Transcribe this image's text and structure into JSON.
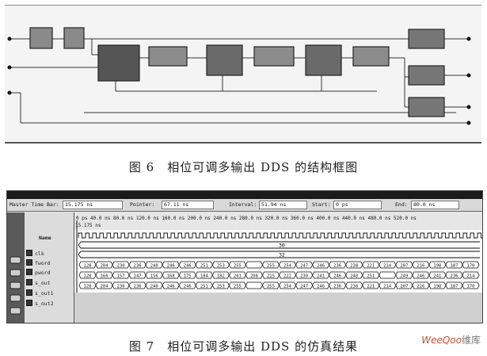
{
  "figure6": {
    "caption": "图 6　相位可调多输出 DDS 的结构框图",
    "blocks": [
      {
        "id": "in1"
      },
      {
        "id": "in2"
      },
      {
        "id": "acc"
      },
      {
        "id": "reg1"
      },
      {
        "id": "add1"
      },
      {
        "id": "reg2"
      },
      {
        "id": "add2"
      },
      {
        "id": "reg3"
      },
      {
        "id": "rom1"
      },
      {
        "id": "rom2"
      },
      {
        "id": "rom3"
      }
    ]
  },
  "figure7": {
    "caption": "图 7　相位可调多输出 DDS 的仿真结果",
    "info": {
      "master_label": "Master Time Bar:",
      "master_value": "15.175 ns",
      "pointer_label": "Pointer:",
      "pointer_value": "67.11 ns",
      "interval_label": "Interval:",
      "interval_value": "51.94 ns",
      "start_label": "Start:",
      "start_value": "0 ps",
      "end_label": "End:",
      "end_value": "80.0 ns"
    },
    "name_header": "Name",
    "time_ruler": "0 ps    40.0 ns   80.0 ns  120.0 ns  160.0 ns  200.0 ns  240.0 ns  280.0 ns  320.0 ns  360.0 ns  400.0 ns  440.0 ns  480.0 ns  520.0 ns",
    "cursor_label": "15.175 ns",
    "signals": [
      {
        "name": "clk",
        "type": "clock"
      },
      {
        "name": "fword",
        "type": "const",
        "value": "30"
      },
      {
        "name": "pword",
        "type": "const",
        "value": "32"
      },
      {
        "name": "s_out",
        "type": "bus",
        "values": [
          "128",
          "204",
          "230",
          "236",
          "240",
          "246",
          "246",
          "251",
          "253",
          "255",
          "",
          "255",
          "254",
          "247",
          "246",
          "236",
          "238",
          "221",
          "214",
          "207",
          "216",
          "198",
          "187",
          "170"
        ]
      },
      {
        "name": "s_out1",
        "type": "bus",
        "values": [
          "128",
          "166",
          "157",
          "147",
          "156",
          "168",
          "175",
          "184",
          "182",
          "201",
          "208",
          "215",
          "222",
          "230",
          "241",
          "246",
          "248",
          "251",
          "",
          "249",
          "246",
          "241",
          "236",
          "214"
        ]
      },
      {
        "name": "s_out2",
        "type": "bus",
        "values": [
          "128",
          "204",
          "230",
          "236",
          "240",
          "246",
          "246",
          "251",
          "253",
          "255",
          "",
          "255",
          "254",
          "247",
          "246",
          "236",
          "238",
          "221",
          "214",
          "207",
          "216",
          "198",
          "187",
          "170"
        ]
      }
    ]
  },
  "watermark": {
    "brand": "WeeQoo",
    "suffix": "维库"
  }
}
